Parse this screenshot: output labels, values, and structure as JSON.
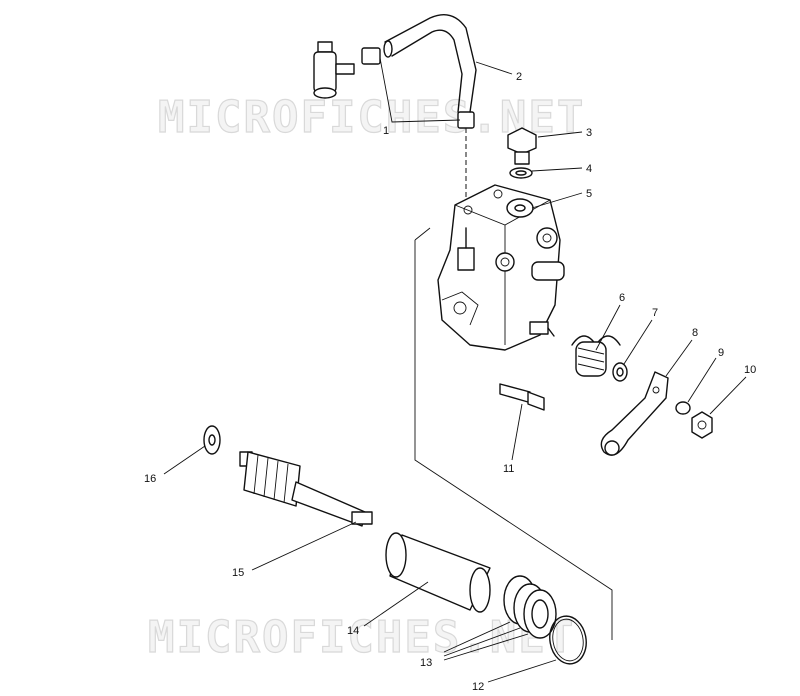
{
  "watermarks": [
    "MICROFICHES.NET",
    "MICROFICHES.NET"
  ],
  "callouts": [
    "1",
    "2",
    "3",
    "4",
    "5",
    "6",
    "7",
    "8",
    "9",
    "10",
    "11",
    "12",
    "13",
    "14",
    "15",
    "16"
  ]
}
